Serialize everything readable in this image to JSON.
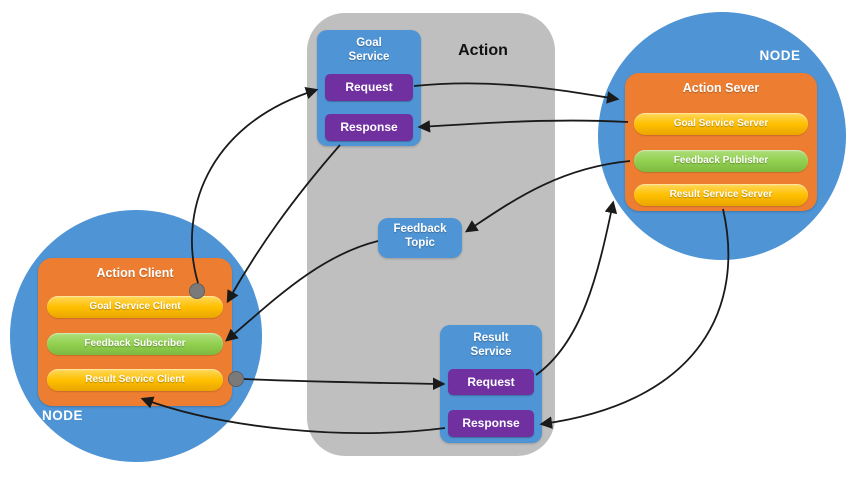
{
  "action_group": {
    "label": "Action"
  },
  "goal_service": {
    "title": "Goal Service",
    "request_label": "Request",
    "response_label": "Response"
  },
  "feedback_topic": {
    "title": "Feedback Topic"
  },
  "result_service": {
    "title": "Result Service",
    "request_label": "Request",
    "response_label": "Response"
  },
  "client_node": {
    "node_label": "NODE",
    "title": "Action Client",
    "items": [
      {
        "label": "Goal Service Client",
        "kind": "service-client"
      },
      {
        "label": "Feedback Subscriber",
        "kind": "topic-subscriber"
      },
      {
        "label": "Result Service Client",
        "kind": "service-client"
      }
    ]
  },
  "server_node": {
    "node_label": "NODE",
    "title": "Action Sever",
    "items": [
      {
        "label": "Goal Service Server",
        "kind": "service-server"
      },
      {
        "label": "Feedback Publisher",
        "kind": "topic-publisher"
      },
      {
        "label": "Result Service Server",
        "kind": "service-server"
      }
    ]
  },
  "colors": {
    "node_blue": "#4f94d4",
    "group_gray": "#bfbfbf",
    "box_orange": "#ed7d31",
    "pill_yellow": "#ffc000",
    "pill_green": "#92d050",
    "button_purple": "#7030a0",
    "arrow_black": "#1a1a1a"
  }
}
